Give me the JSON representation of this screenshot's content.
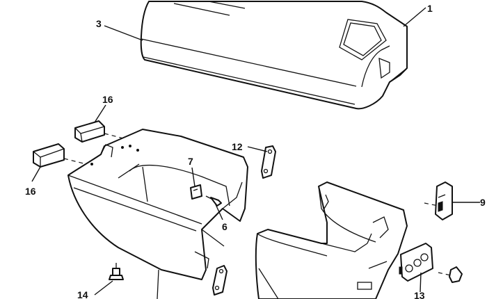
{
  "callouts": {
    "c1": "1",
    "c3": "3",
    "c16a": "16",
    "c16b": "16",
    "c12": "12",
    "c7": "7",
    "c6": "6",
    "c9": "9",
    "c14": "14",
    "c13": "13"
  },
  "colors": {
    "ink": "#111111",
    "paper": "#ffffff"
  }
}
